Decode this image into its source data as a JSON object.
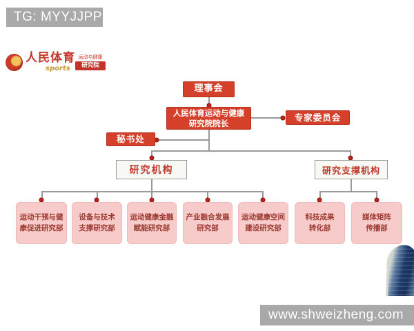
{
  "banner": {
    "text": "TG: MYYJJPP"
  },
  "logo": {
    "brand_cn": "人民体育",
    "brand_en": "sports",
    "tagline": "运动与健康",
    "badge": "研究院"
  },
  "org": {
    "board": "理事会",
    "president": {
      "line1": "人民体育运动与健康",
      "line2": "研究院院长"
    },
    "expert_committee": "专家委员会",
    "secretariat": "秘书处",
    "research_branch": "研究机构",
    "support_branch": "研究支撑机构",
    "research_departments": [
      {
        "line1": "运动干预与健",
        "line2": "康促进研究部"
      },
      {
        "line1": "设备与技术",
        "line2": "支撑研究部"
      },
      {
        "line1": "运动健康金融",
        "line2": "赋能研究部"
      },
      {
        "line1": "产业融合发展",
        "line2": "研究部"
      },
      {
        "line1": "运动健康空间",
        "line2": "建设研究部"
      }
    ],
    "support_departments": [
      {
        "line1": "科技成果",
        "line2": "转化部"
      },
      {
        "line1": "媒体矩阵",
        "line2": "传播部"
      }
    ]
  },
  "watermark": {
    "text": "www.shweizheng.com"
  },
  "colors": {
    "red_box": "#d5402b",
    "pink_box": "#f8cbcb",
    "pink_text": "#9c3a31",
    "banner_gray": "#a9a9a9",
    "line_gray": "#9a9a9a",
    "dot_red": "#c2231a"
  }
}
